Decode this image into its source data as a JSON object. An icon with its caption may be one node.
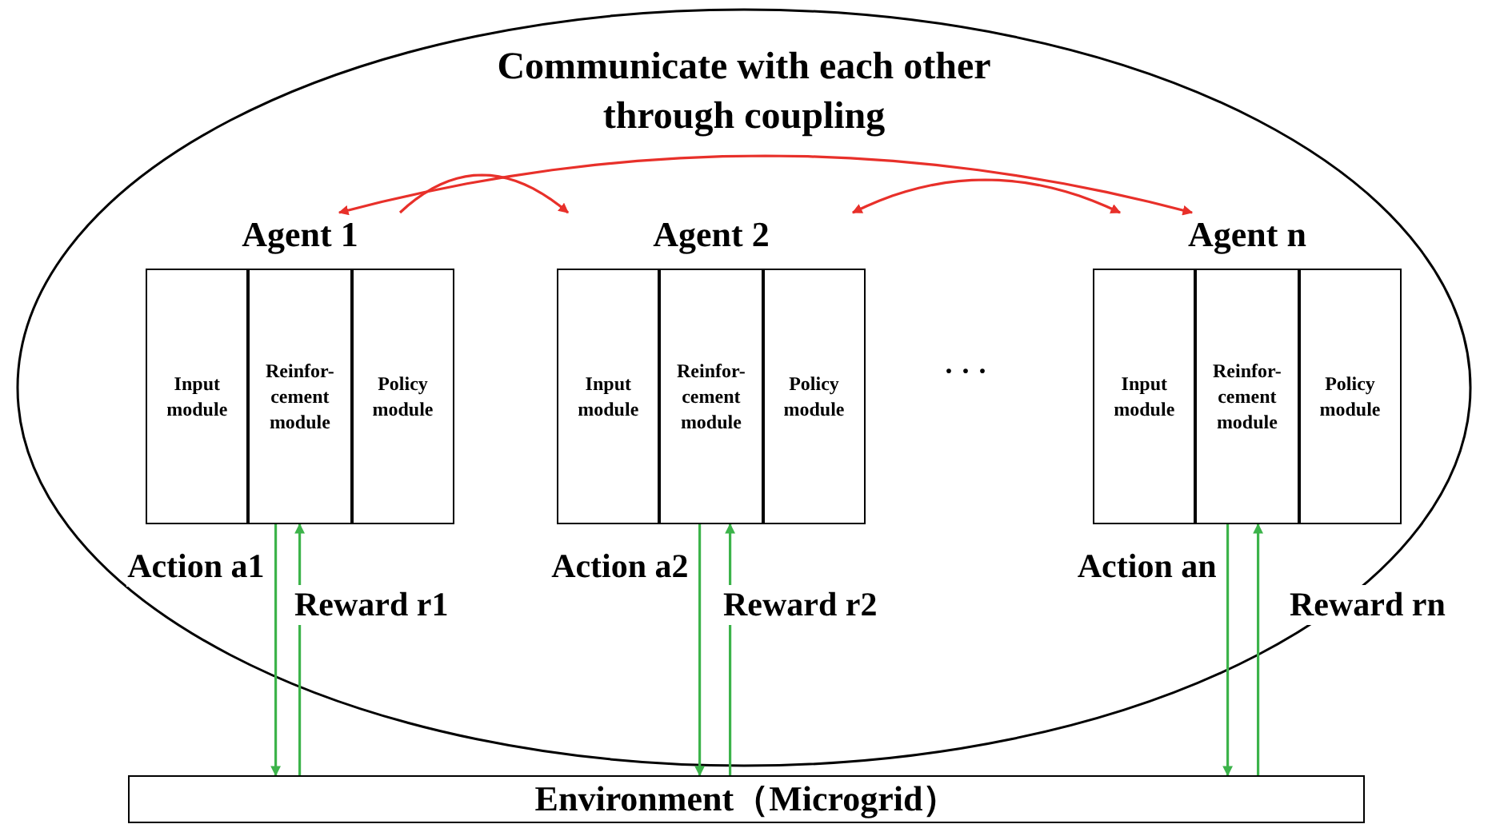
{
  "diagram": {
    "nodes": [
      {
        "text": [
          "Communicate with each other through coupling"
        ]
      },
      {
        "text": [
          "Agent 1"
        ],
        "in": 0
      },
      {
        "text": [
          "Input module"
        ],
        "in": 1
      },
      {
        "text": [
          "Reinfor- cement module"
        ],
        "in": 1
      },
      {
        "text": [
          "Policy module"
        ],
        "in": 1
      },
      {
        "text": [
          "Agent 2"
        ],
        "in": 0
      },
      {
        "text": [
          "Input module"
        ],
        "in": 5
      },
      {
        "text": [
          "Reinfor- cement module"
        ],
        "in": 5
      },
      {
        "text": [
          "Policy module"
        ],
        "in": 5
      },
      {
        "text": [
          "Agent n"
        ],
        "in": 0
      },
      {
        "text": [
          "Input module"
        ],
        "in": 9
      },
      {
        "text": [
          "Reinfor- cement module"
        ],
        "in": 9
      },
      {
        "text": [
          "Policy module"
        ],
        "in": 9
      },
      {
        "text": [
          "Environment（Microgrid）"
        ]
      }
    ],
    "edges": [
      {
        "from": 1,
        "to": 5,
        "arrow": "to",
        "color": "#e8302a"
      },
      {
        "from": 1,
        "to": 9,
        "arrow": "both",
        "color": "#e8302a"
      },
      {
        "from": 5,
        "to": 9,
        "arrow": "both",
        "color": "#e8302a"
      },
      {
        "from": 3,
        "to": 13,
        "arrow": "to",
        "label": "Action a1"
      },
      {
        "from": 13,
        "to": 3,
        "arrow": "to",
        "label": "Reward r1"
      },
      {
        "from": 7,
        "to": 13,
        "arrow": "to",
        "label": "Action a2"
      },
      {
        "from": 13,
        "to": 7,
        "arrow": "to",
        "label": "Reward r2"
      },
      {
        "from": 11,
        "to": 13,
        "arrow": "to",
        "label": "Action an"
      },
      {
        "from": 13,
        "to": 11,
        "arrow": "to",
        "label": "Reward rn"
      }
    ],
    "labels": [
      "· · ·"
    ]
  }
}
